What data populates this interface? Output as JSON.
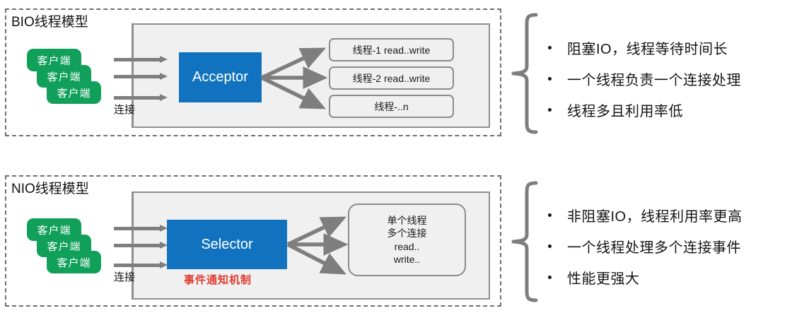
{
  "sections": [
    {
      "id": "bio",
      "title": "BIO线程模型",
      "clients": [
        "客户端",
        "客户端",
        "客户端"
      ],
      "connection_label": "连接",
      "processor": "Acceptor",
      "processor_caption": "",
      "workers": [
        "线程-1 read..write",
        "线程-2 read..write",
        "线程-..n"
      ],
      "bullets": [
        "阻塞IO，线程等待时间长",
        "一个线程负责一个连接处理",
        "线程多且利用率低"
      ]
    },
    {
      "id": "nio",
      "title": "NIO线程模型",
      "clients": [
        "客户端",
        "客户端",
        "客户端"
      ],
      "connection_label": "连接",
      "processor": "Selector",
      "processor_caption": "事件通知机制",
      "worker_lines": [
        "单个线程",
        "多个连接",
        "read..",
        "write.."
      ],
      "bullets": [
        "非阻塞IO，线程利用率更高",
        "一个线程处理多个连接事件",
        "性能更强大"
      ]
    }
  ],
  "colors": {
    "client_green": "#11a05a",
    "processor_blue": "#1173bf",
    "caption_red": "#e03a2f",
    "arrow_gray": "#7e7e7e",
    "panel_gray": "#f0f0f0",
    "border_gray": "#8c8c8c",
    "dash_gray": "#6f6f6f"
  }
}
